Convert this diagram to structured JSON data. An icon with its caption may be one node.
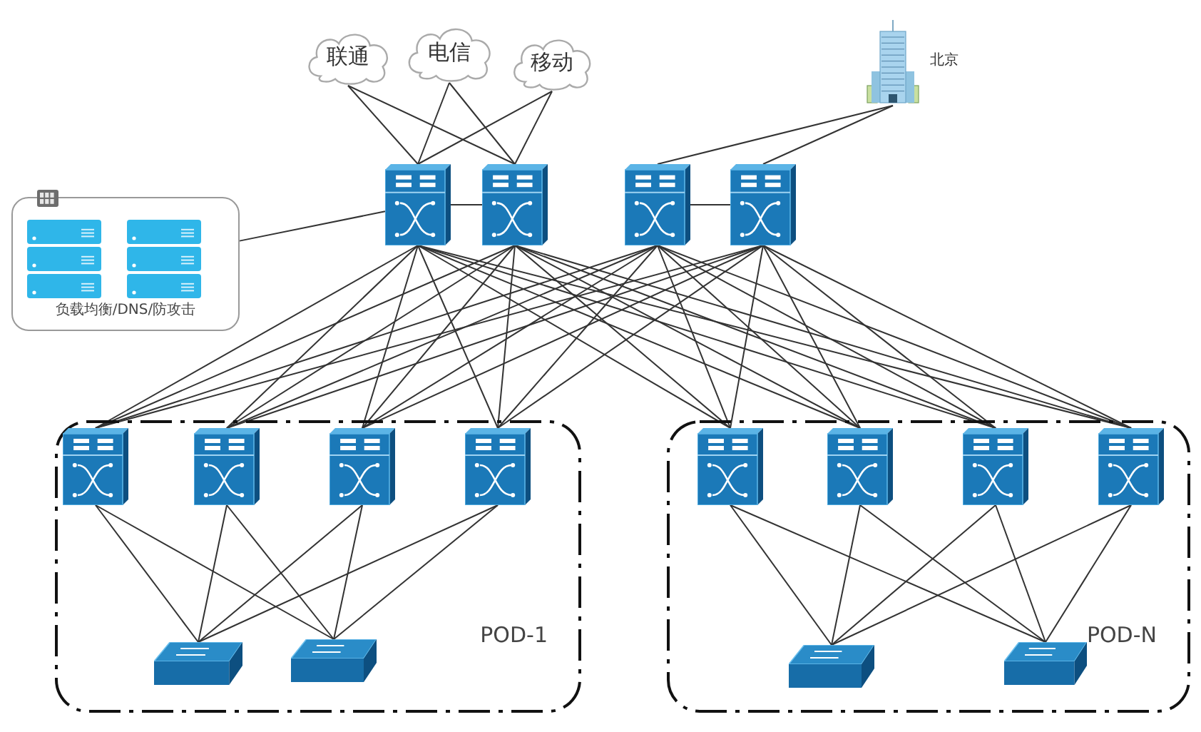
{
  "diagram": {
    "nodes": [
      {
        "text": [
          "联通"
        ]
      },
      {
        "text": [
          "电信"
        ]
      },
      {
        "text": [
          "移动"
        ]
      },
      {
        "text": [],
        "shape": "picture",
        "beside": [
          "北京"
        ]
      },
      {
        "text": [
          "负载均衡/DNS/防攻击"
        ]
      },
      {
        "text": [],
        "shape": "picture"
      },
      {
        "text": [],
        "shape": "picture"
      },
      {
        "text": [],
        "shape": "picture"
      },
      {
        "text": [],
        "shape": "picture"
      },
      {
        "text": [
          "POD-1"
        ]
      },
      {
        "text": [],
        "shape": "picture",
        "in": 9
      },
      {
        "text": [],
        "shape": "picture",
        "in": 9
      },
      {
        "text": [],
        "shape": "picture",
        "in": 9
      },
      {
        "text": [],
        "shape": "picture",
        "in": 9
      },
      {
        "text": [],
        "shape": "picture",
        "in": 9
      },
      {
        "text": [],
        "shape": "picture",
        "in": 9
      },
      {
        "text": [
          "POD-N"
        ]
      },
      {
        "text": [],
        "shape": "picture",
        "in": 16
      },
      {
        "text": [],
        "shape": "picture",
        "in": 16
      },
      {
        "text": [],
        "shape": "picture",
        "in": 16
      },
      {
        "text": [],
        "shape": "picture",
        "in": 16
      },
      {
        "text": [],
        "shape": "picture",
        "in": 16
      },
      {
        "text": [],
        "shape": "picture",
        "in": 16
      }
    ],
    "edges": [
      {
        "from": 0,
        "to": 5,
        "arrow": "none"
      },
      {
        "from": 0,
        "to": 6,
        "arrow": "none"
      },
      {
        "from": 1,
        "to": 5,
        "arrow": "none"
      },
      {
        "from": 1,
        "to": 6,
        "arrow": "none"
      },
      {
        "from": 2,
        "to": 5,
        "arrow": "none"
      },
      {
        "from": 2,
        "to": 6,
        "arrow": "none"
      },
      {
        "from": 3,
        "to": 7,
        "arrow": "none"
      },
      {
        "from": 3,
        "to": 8,
        "arrow": "none"
      },
      {
        "from": 4,
        "to": 5,
        "arrow": "none"
      },
      {
        "from": 5,
        "to": 6,
        "arrow": "none"
      },
      {
        "from": 7,
        "to": 8,
        "arrow": "none"
      },
      {
        "from": 5,
        "to": 10,
        "arrow": "none"
      },
      {
        "from": 5,
        "to": 11,
        "arrow": "none"
      },
      {
        "from": 5,
        "to": 12,
        "arrow": "none"
      },
      {
        "from": 5,
        "to": 13,
        "arrow": "none"
      },
      {
        "from": 5,
        "to": 17,
        "arrow": "none"
      },
      {
        "from": 5,
        "to": 18,
        "arrow": "none"
      },
      {
        "from": 5,
        "to": 19,
        "arrow": "none"
      },
      {
        "from": 5,
        "to": 20,
        "arrow": "none"
      },
      {
        "from": 6,
        "to": 10,
        "arrow": "none"
      },
      {
        "from": 6,
        "to": 11,
        "arrow": "none"
      },
      {
        "from": 6,
        "to": 12,
        "arrow": "none"
      },
      {
        "from": 6,
        "to": 13,
        "arrow": "none"
      },
      {
        "from": 6,
        "to": 17,
        "arrow": "none"
      },
      {
        "from": 6,
        "to": 18,
        "arrow": "none"
      },
      {
        "from": 6,
        "to": 19,
        "arrow": "none"
      },
      {
        "from": 6,
        "to": 20,
        "arrow": "none"
      },
      {
        "from": 7,
        "to": 10,
        "arrow": "none"
      },
      {
        "from": 7,
        "to": 11,
        "arrow": "none"
      },
      {
        "from": 7,
        "to": 12,
        "arrow": "none"
      },
      {
        "from": 7,
        "to": 13,
        "arrow": "none"
      },
      {
        "from": 7,
        "to": 17,
        "arrow": "none"
      },
      {
        "from": 7,
        "to": 18,
        "arrow": "none"
      },
      {
        "from": 7,
        "to": 19,
        "arrow": "none"
      },
      {
        "from": 7,
        "to": 20,
        "arrow": "none"
      },
      {
        "from": 8,
        "to": 10,
        "arrow": "none"
      },
      {
        "from": 8,
        "to": 11,
        "arrow": "none"
      },
      {
        "from": 8,
        "to": 12,
        "arrow": "none"
      },
      {
        "from": 8,
        "to": 13,
        "arrow": "none"
      },
      {
        "from": 8,
        "to": 17,
        "arrow": "none"
      },
      {
        "from": 8,
        "to": 18,
        "arrow": "none"
      },
      {
        "from": 8,
        "to": 19,
        "arrow": "none"
      },
      {
        "from": 8,
        "to": 20,
        "arrow": "none"
      },
      {
        "from": 10,
        "to": 14,
        "arrow": "none"
      },
      {
        "from": 10,
        "to": 15,
        "arrow": "none"
      },
      {
        "from": 11,
        "to": 14,
        "arrow": "none"
      },
      {
        "from": 11,
        "to": 15,
        "arrow": "none"
      },
      {
        "from": 12,
        "to": 14,
        "arrow": "none"
      },
      {
        "from": 12,
        "to": 15,
        "arrow": "none"
      },
      {
        "from": 13,
        "to": 14,
        "arrow": "none"
      },
      {
        "from": 13,
        "to": 15,
        "arrow": "none"
      },
      {
        "from": 17,
        "to": 21,
        "arrow": "none"
      },
      {
        "from": 17,
        "to": 22,
        "arrow": "none"
      },
      {
        "from": 18,
        "to": 21,
        "arrow": "none"
      },
      {
        "from": 18,
        "to": 22,
        "arrow": "none"
      },
      {
        "from": 19,
        "to": 21,
        "arrow": "none"
      },
      {
        "from": 19,
        "to": 22,
        "arrow": "none"
      },
      {
        "from": 20,
        "to": 21,
        "arrow": "none"
      },
      {
        "from": 20,
        "to": 22,
        "arrow": "none"
      }
    ]
  }
}
